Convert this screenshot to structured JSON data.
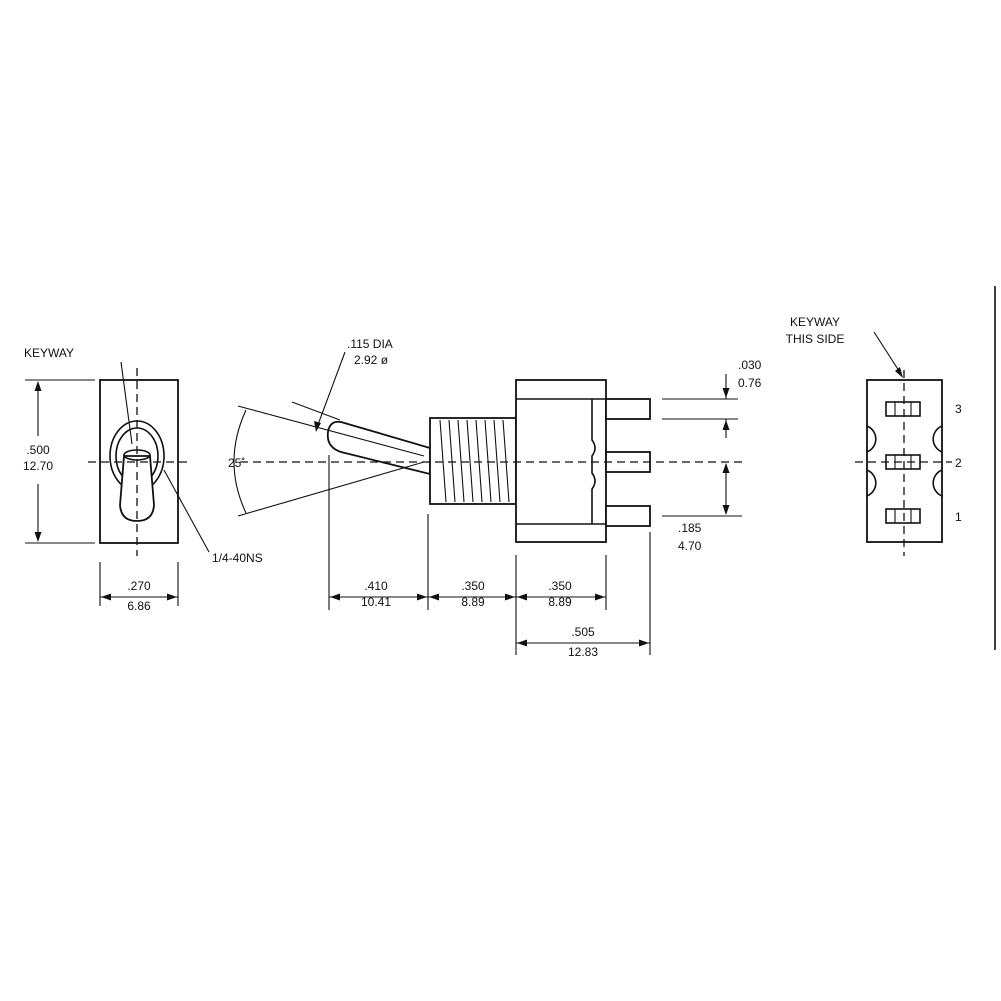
{
  "front_view": {
    "keyway_label": "KEYWAY",
    "height_in": ".500",
    "height_mm": "12.70",
    "width_in": ".270",
    "width_mm": "6.86",
    "thread_label": "1/4-40NS"
  },
  "side_view": {
    "lever_dia_in": ".115 DIA",
    "lever_dia_mm": "2.92 ø",
    "angle_label": "25˚",
    "lever_len_in": ".410",
    "lever_len_mm": "10.41",
    "bushing_len_in": ".350",
    "bushing_len_mm": "8.89",
    "case_len_in": ".350",
    "case_len_mm": "8.89",
    "overall_in": ".505",
    "overall_mm": "12.83",
    "pin_thk_in": ".030",
    "pin_thk_mm": "0.76",
    "pin_pitch_in": ".185",
    "pin_pitch_mm": "4.70"
  },
  "bottom_view": {
    "keyway_line1": "KEYWAY",
    "keyway_line2": "THIS SIDE",
    "terminal_3": "3",
    "terminal_2": "2",
    "terminal_1": "1"
  }
}
